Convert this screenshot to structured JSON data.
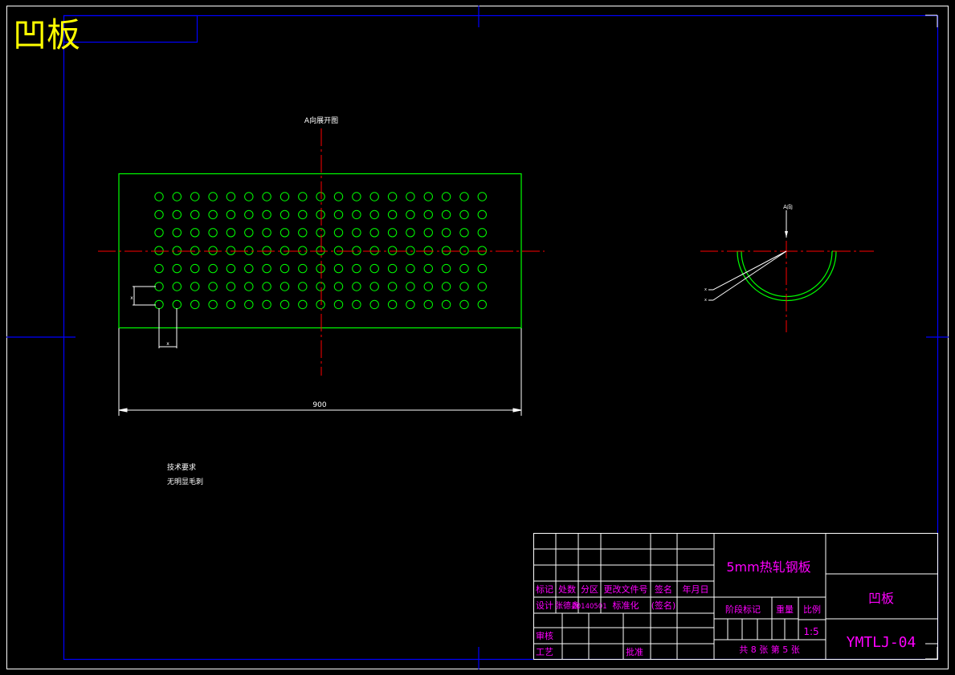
{
  "drawing": {
    "title_text": "凹板",
    "view_label": "A向展开图",
    "section_label": "A向",
    "dimension_width": "900",
    "dimension_small_h": "x",
    "dimension_small_v": "x",
    "leader_label_1": "x",
    "leader_label_2": "x",
    "tech_requirements_title": "技术要求",
    "tech_requirements_item": "无明显毛刺",
    "hole_grid": {
      "rows": 7,
      "cols": 19
    }
  },
  "title_block": {
    "material": "5mm热轧钢板",
    "part_name": "凹板",
    "drawing_number": "YMTLJ-04",
    "header_row": [
      "标记",
      "处数",
      "分区",
      "更改文件号",
      "签名",
      "年月日"
    ],
    "design_row": [
      "设计",
      "张德鑫",
      "20140501",
      "标准化",
      "(签名)"
    ],
    "review": "审核",
    "process": "工艺",
    "approve": "批准",
    "stage_mark": "阶段标记",
    "weight": "重量",
    "scale_label": "比例",
    "scale_value": "1:5",
    "sheets": "共 8 张  第 5 张"
  },
  "colors": {
    "background": "#000000",
    "frame": "#0000ff",
    "geometry": "#00ff00",
    "centerline": "#ff0000",
    "text": "#ffffff",
    "title_text": "#ffff00",
    "title_block_text": "#ff00ff"
  }
}
